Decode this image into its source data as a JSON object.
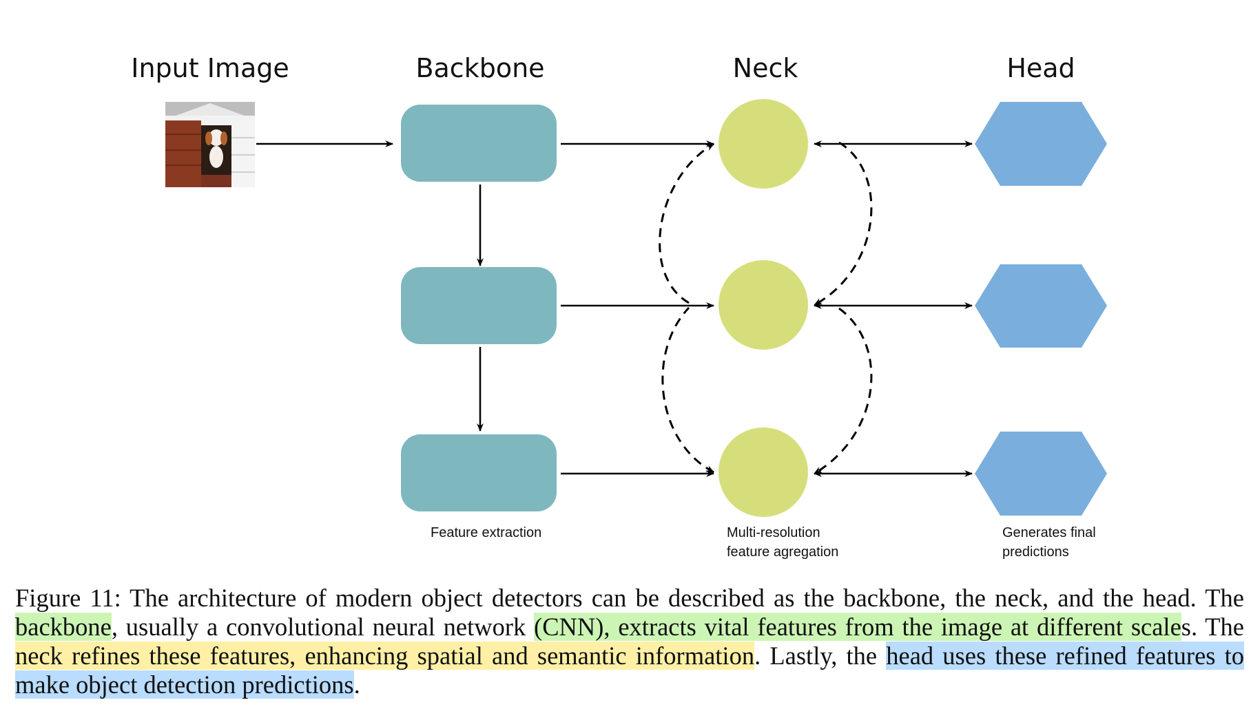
{
  "columns": {
    "input": "Input Image",
    "backbone": "Backbone",
    "neck": "Neck",
    "head": "Head"
  },
  "labels": {
    "backbone": "Feature extraction",
    "neck_line1": "Multi-resolution",
    "neck_line2": "feature agregation",
    "head_line1": "Generates final",
    "head_line2": "predictions"
  },
  "colors": {
    "backbone": "#7fb7bf",
    "neck": "#d6de7c",
    "head": "#7aaedd",
    "highlight_green": "#ccf5b5",
    "highlight_yellow": "#fff0a6",
    "highlight_blue": "#b9dcff"
  },
  "caption": {
    "part1": "Figure 11: The architecture of modern object detectors can be described as the backbone, the neck, and the head. The ",
    "hl_backbone": "backbone",
    "part2": ", usually a convolutional neural network ",
    "hl_cnn": "(CNN), extracts vital features from the image at different scale",
    "part3": "s. The ",
    "hl_neck": "neck refines these features, enhancing spatial and semantic information",
    "part4": ". Lastly, the ",
    "hl_head": "head uses these refined features to make object detection predictions",
    "part5": "."
  }
}
